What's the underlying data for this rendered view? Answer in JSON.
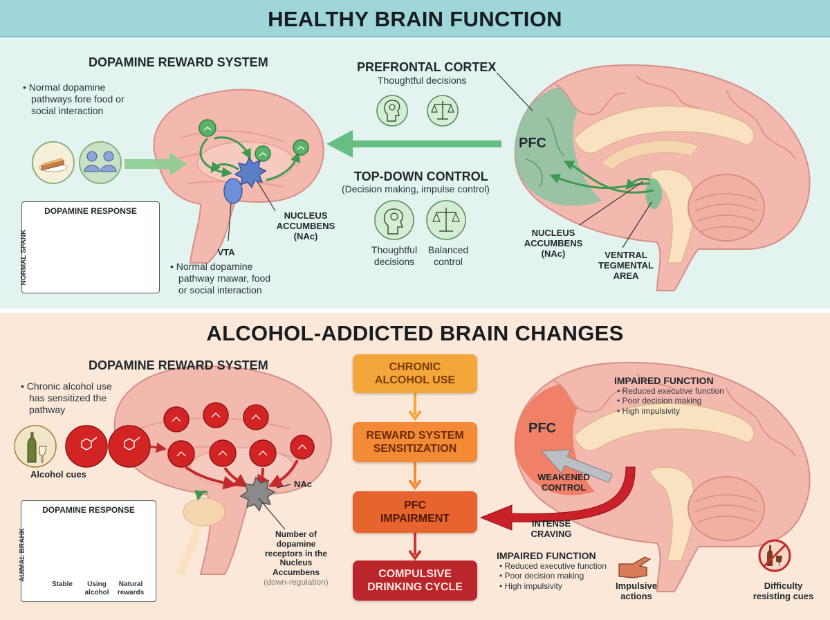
{
  "top": {
    "title": "HEALTHY BRAIN FUNCTION",
    "reward": {
      "heading": "DOPAMINE REWARD SYSTEM",
      "bullet": [
        "• Normal dopamine",
        "pathways fore food or",
        "social interaction"
      ],
      "nac_label": [
        "NUCLEUS",
        "ACCUMBENS",
        "(NAc)"
      ],
      "vta_label": "VTA",
      "vta_bullet": [
        "• Normal dopamine",
        "pathway rnawar, food",
        "or social interaction"
      ]
    },
    "chart": {
      "title": "DOPAMINE RESPONSE",
      "ylabel": "NORMAL SPANK"
    },
    "pfc_section": {
      "heading": "PREFRONTAL CORTEX",
      "sub": "Thoughtful decisions",
      "control_heading": "TOP-DOWN CONTROL",
      "control_sub": "(Decision making, impulse control)",
      "icon1_label": [
        "Thoughtful",
        "decisions"
      ],
      "icon2_label": [
        "Balanced",
        "control"
      ]
    },
    "brain_labels": {
      "pfc": "PFC",
      "nac": [
        "NUCLEUS",
        "ACCUMBENS",
        "(NAc)"
      ],
      "vta": [
        "VENTRAL",
        "TEGMENTAL",
        "AREA"
      ]
    }
  },
  "bottom": {
    "title": "ALCOHOL-ADDICTED BRAIN CHANGES",
    "reward": {
      "heading": "DOPAMINE REWARD SYSTEM",
      "bullet": [
        "• Chronic alcohol use",
        "has sensitized the",
        "pathway"
      ],
      "cues_label": "Alcohol cues",
      "nac_label": "NAc",
      "receptor_note": [
        "Number of",
        "dopamine",
        "receptors in the",
        "Nucleus Accumbens"
      ],
      "receptor_sub": "(down-regulation)"
    },
    "chart": {
      "title": "DOPAMINE RESPONSE",
      "ylabel": "AUIMAL BRAHK",
      "x_labels": [
        [
          "Stable"
        ],
        [
          "Using",
          "alcohol"
        ],
        [
          "Natural",
          "rewards"
        ]
      ]
    },
    "flow": [
      {
        "label": [
          "CHRONIC",
          "ALCOHOL USE"
        ]
      },
      {
        "label": [
          "REWARD SYSTEM",
          "SENSITIZATION"
        ]
      },
      {
        "label": [
          "PFC",
          "IMPAIRMENT"
        ]
      },
      {
        "label": [
          "COMPULSIVE",
          "DRINKING CYCLE"
        ]
      }
    ],
    "brain": {
      "pfc": "PFC",
      "weakened": [
        "WEAKENED",
        "CONTROL"
      ],
      "craving": [
        "INTENSE",
        "CRAVING"
      ]
    },
    "impaired_top": {
      "heading": "IMPAIRED FUNCTION",
      "items": [
        "• Reduced executive function",
        "• Poor decision making",
        "• High impulsivity"
      ]
    },
    "impaired_bottom": {
      "heading": "IMPAIRED FUNCTION",
      "items": [
        "• Reduced executive function",
        "• Poor decision making",
        "• High impulsivity"
      ]
    },
    "impulsive_label": [
      "Impulsive",
      "actions"
    ],
    "difficulty_label": [
      "Difficulty",
      "resisting cues"
    ]
  },
  "colors": {
    "teal_banner": "#9fd6d9",
    "mint_bg": "#e3f3f0",
    "peach_bg": "#fbe8d8",
    "brain_pink": "#f3b8ae",
    "dopamine_green": "#3f9a4f",
    "alcohol_red": "#d32424",
    "flow_orange": "#f4a63a",
    "flow_dark_red": "#b9262b"
  }
}
